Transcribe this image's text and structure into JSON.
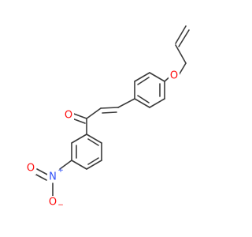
{
  "colors": {
    "bond": "#3a3a3a",
    "carbon": "#3a3a3a",
    "oxygen": "#ff0d0d",
    "nitrogen": "#3050f8"
  },
  "molecule": {
    "atoms": {
      "o_ketone": {
        "symbol": "O",
        "element": "oxygen"
      },
      "o_ether": {
        "symbol": "O",
        "element": "oxygen"
      },
      "n_nitro": {
        "symbol": "N",
        "element": "nitrogen",
        "charge": "+"
      },
      "o_nitro_double": {
        "symbol": "O",
        "element": "oxygen"
      },
      "o_nitro_single": {
        "symbol": "O",
        "element": "oxygen",
        "charge": "−"
      }
    }
  }
}
